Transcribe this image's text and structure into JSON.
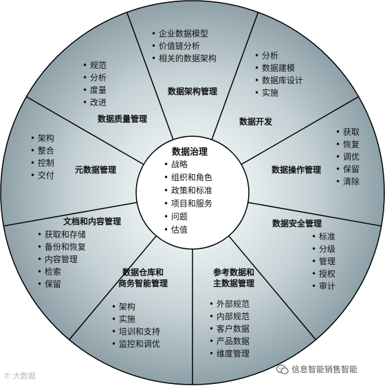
{
  "center": {
    "title": "数据治理",
    "items": [
      "战略",
      "组织和角色",
      "政策和标准",
      "项目和服务",
      "问题",
      "估值"
    ]
  },
  "segments": [
    {
      "title": "数据架构管理",
      "items": [
        "企业数据模型",
        "价值链分析",
        "相关的数据架构"
      ]
    },
    {
      "title": "数据开发",
      "items": [
        "分析",
        "数据建模",
        "数据库设计",
        "实施"
      ]
    },
    {
      "title": "数据操作管理",
      "items": [
        "获取",
        "恢复",
        "调优",
        "保留",
        "清除"
      ]
    },
    {
      "title": "数据安全管理",
      "items": [
        "标准",
        "分级",
        "管理",
        "授权",
        "审计"
      ]
    },
    {
      "title_lines": [
        "参考数据和",
        "主数据管理"
      ],
      "items": [
        "外部规范",
        "内部规范",
        "客户数据",
        "产品数据",
        "维度管理"
      ]
    },
    {
      "title_lines": [
        "数据仓库和",
        "商务智能管理"
      ],
      "items": [
        "架构",
        "实施",
        "培训和支持",
        "监控和调优"
      ]
    },
    {
      "title": "文档和内容管理",
      "items": [
        "获取和存储",
        "备份和恢复",
        "内容管理",
        "检索",
        "保留"
      ]
    },
    {
      "title": "元数据管理",
      "items": [
        "架构",
        "整合",
        "控制",
        "交付"
      ]
    },
    {
      "title": "数据质量管理",
      "items": [
        "规范",
        "分析",
        "度量",
        "改进"
      ]
    }
  ],
  "watermarks": {
    "left": "大数据",
    "right": "信息智能销售智能"
  },
  "colors": {
    "ring_outer": "#8ea0a8",
    "ring_inner": "#e7eef0",
    "divider": "#000000",
    "center_fill": "#ffffff"
  }
}
